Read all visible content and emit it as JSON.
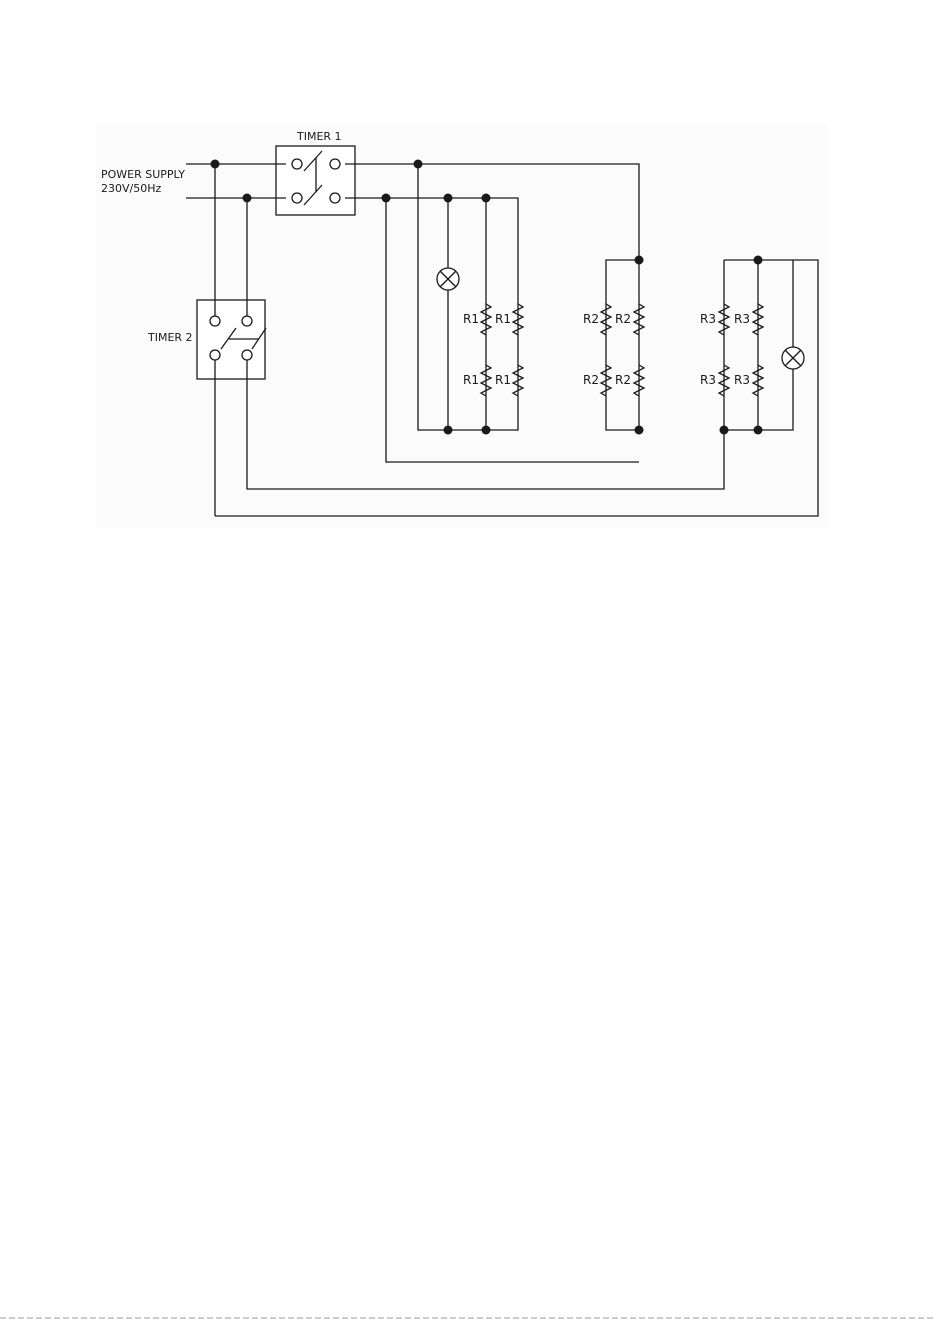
{
  "labels": {
    "power_supply": "POWER SUPPLY",
    "voltage": "230V/50Hz",
    "timer1": "TIMER 1",
    "timer2": "TIMER 2",
    "r1": "R1",
    "r2": "R2",
    "r3": "R3"
  },
  "icons": {
    "resistor": "resistor-icon",
    "lamp": "lamp-icon",
    "switch": "switch-icon"
  }
}
